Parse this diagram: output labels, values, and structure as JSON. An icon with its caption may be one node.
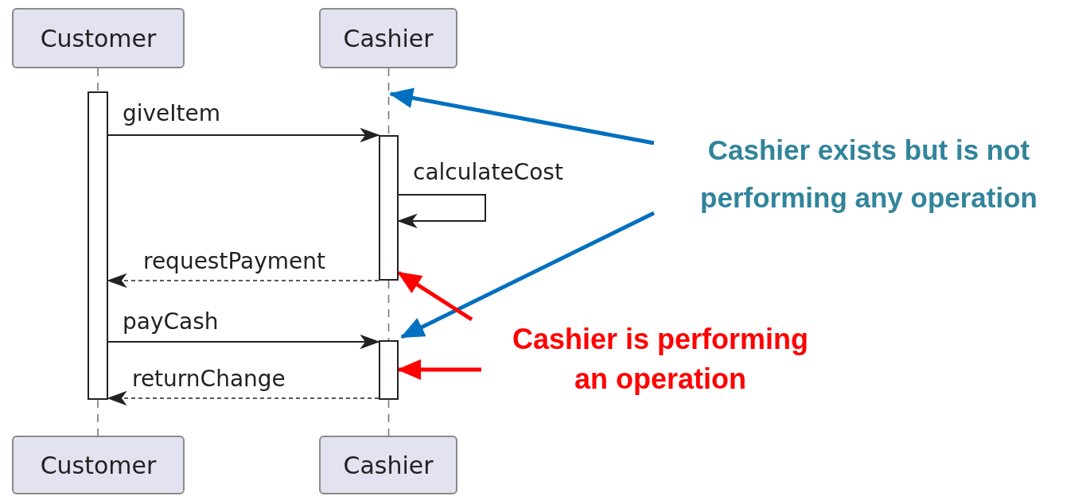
{
  "diagram": {
    "nodes": [
      {
        "text": [
          "Customer"
        ]
      },
      {
        "text": [
          "Cashier"
        ]
      },
      {
        "text": [
          "Customer"
        ]
      },
      {
        "text": [
          "Cashier"
        ]
      },
      {
        "text": [],
        "shape": "bar"
      },
      {
        "text": [],
        "shape": "bar"
      },
      {
        "text": [],
        "shape": "bar"
      },
      {
        "text": [
          "Cashier exists but is not performing any operation"
        ]
      },
      {
        "text": [
          "Cashier is performing an operation"
        ]
      }
    ],
    "edges": [
      {
        "from": 0,
        "to": 4,
        "arrow": "none",
        "style": "dashed"
      },
      {
        "from": 4,
        "to": 2,
        "arrow": "none",
        "style": "dashed"
      },
      {
        "from": 1,
        "to": 5,
        "arrow": "none",
        "style": "dashed"
      },
      {
        "from": 5,
        "to": 6,
        "arrow": "none",
        "style": "dashed"
      },
      {
        "from": 6,
        "to": 3,
        "arrow": "none",
        "style": "dashed"
      },
      {
        "from": 4,
        "to": 5,
        "arrow": "to",
        "label": "giveItem"
      },
      {
        "from": 5,
        "to": 5,
        "arrow": "to",
        "label": "calculateCost"
      },
      {
        "from": 5,
        "to": 4,
        "arrow": "to",
        "label": "requestPayment",
        "style": "dashed"
      },
      {
        "from": 4,
        "to": 6,
        "arrow": "to",
        "label": "payCash"
      },
      {
        "from": 6,
        "to": 4,
        "arrow": "to",
        "label": "returnChange",
        "style": "dashed"
      },
      {
        "from": 7,
        "to": 1,
        "arrow": "to",
        "style": "thick",
        "color": "#0070c0"
      },
      {
        "from": 7,
        "to": 6,
        "arrow": "to",
        "style": "thick",
        "color": "#0070c0"
      },
      {
        "from": 8,
        "to": 5,
        "arrow": "to",
        "style": "thick",
        "color": "#ff0000"
      },
      {
        "from": 8,
        "to": 6,
        "arrow": "to",
        "style": "thick",
        "color": "#ff0000"
      }
    ]
  }
}
